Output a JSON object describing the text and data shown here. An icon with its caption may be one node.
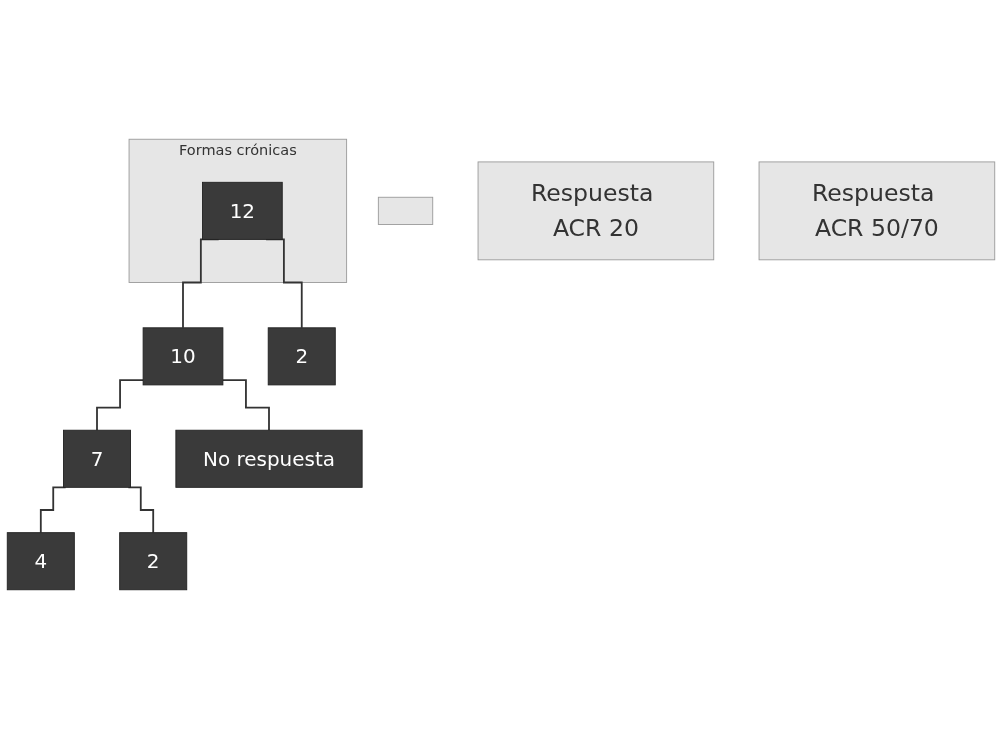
{
  "diagram": {
    "nodes": [
      {
        "text": [
          "Formas crónicas"
        ]
      },
      {
        "text": [
          "12"
        ],
        "in": 0
      },
      {
        "text": [],
        "shape": "box"
      },
      {
        "text": [
          "10"
        ]
      },
      {
        "text": [
          "2"
        ]
      },
      {
        "text": [
          "Respuesta ACR 20"
        ]
      },
      {
        "text": [
          "7"
        ]
      },
      {
        "text": [
          "No respuesta"
        ]
      },
      {
        "text": [
          "Respuesta ACR 50/70"
        ]
      },
      {
        "text": [
          "4"
        ]
      },
      {
        "text": [
          "2"
        ]
      }
    ],
    "edges": [
      {
        "from": 1,
        "to": 3,
        "arrow": "none"
      },
      {
        "from": 1,
        "to": 4,
        "arrow": "none"
      },
      {
        "from": 3,
        "to": 6,
        "arrow": "none"
      },
      {
        "from": 3,
        "to": 7,
        "arrow": "none"
      },
      {
        "from": 6,
        "to": 9,
        "arrow": "none"
      },
      {
        "from": 6,
        "to": 10,
        "arrow": "none"
      }
    ]
  }
}
